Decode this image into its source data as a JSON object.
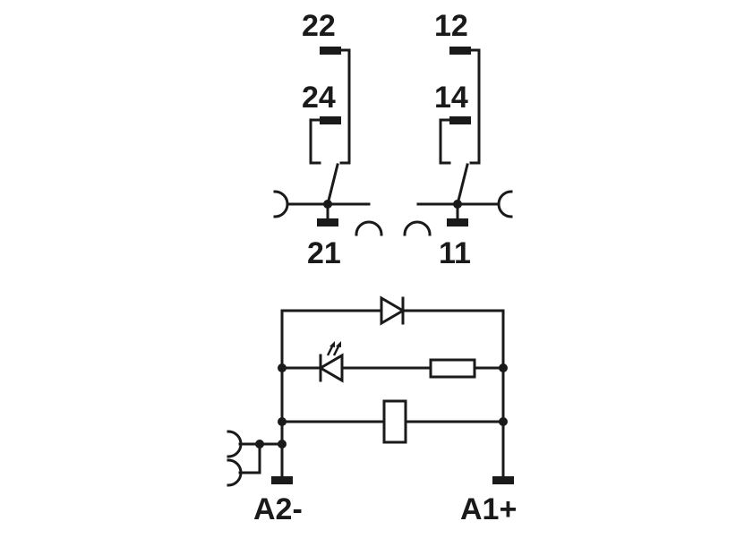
{
  "terminals": {
    "t22": "22",
    "t24": "24",
    "t21": "21",
    "t12": "12",
    "t14": "14",
    "t11": "11",
    "a2": "A2-",
    "a1": "A1+"
  },
  "colors": {
    "line": "#1a1a1a",
    "background": "#ffffff"
  }
}
